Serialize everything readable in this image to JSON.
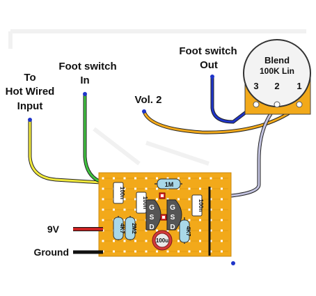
{
  "labels": {
    "input_line1": "To",
    "input_line2": "Hot Wired",
    "input_line3": "Input",
    "fs_in_line1": "Foot switch",
    "fs_in_line2": "In",
    "fs_out_line1": "Foot switch",
    "fs_out_line2": "Out",
    "vol2": "Vol. 2",
    "power": "9V",
    "ground": "Ground"
  },
  "pot": {
    "name": "Blend",
    "value": "100K Lin",
    "lug1": "1",
    "lug2": "2",
    "lug3": "3"
  },
  "components": {
    "cap_left": "100n",
    "cap_mid": "100n",
    "cap_right": "100n",
    "res_top": "1M",
    "res_2m2": "2M2",
    "res_4k7_left": "4K7",
    "res_4k7_right": "4K7",
    "electrolytic": "100u",
    "jfet_pins": [
      "G",
      "S",
      "D"
    ]
  },
  "colors": {
    "board": "#f2a91a",
    "strip_hole": "#ffffff",
    "wire_input": "#f2ea3c",
    "wire_fs_in": "#3fc23f",
    "wire_fs_out": "#1f35c9",
    "wire_vol2": "#f2a91a",
    "wire_blend": "#b9b9d9",
    "wire_9v": "#cc2222",
    "wire_ground": "#111111",
    "resistor": "#a9d8e8",
    "jfet": "#555555",
    "electrolytic": "#d43a3a",
    "pot_body": "#f2a91a"
  }
}
